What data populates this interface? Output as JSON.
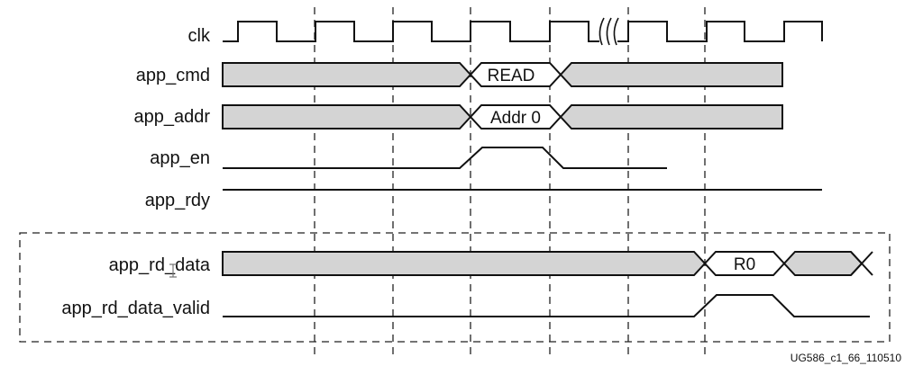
{
  "signals": {
    "clk": "clk",
    "app_cmd": "app_cmd",
    "app_addr": "app_addr",
    "app_en": "app_en",
    "app_rdy": "app_rdy",
    "app_rd_data": "app_rd_data",
    "app_rd_data_valid": "app_rd_data_valid"
  },
  "bus_values": {
    "cmd": "READ",
    "addr": "Addr 0",
    "rd_data": "R0"
  },
  "figure_id": "UG586_c1_66_110510",
  "colors": {
    "bus_fill": "#d4d4d4",
    "line": "#111111"
  }
}
